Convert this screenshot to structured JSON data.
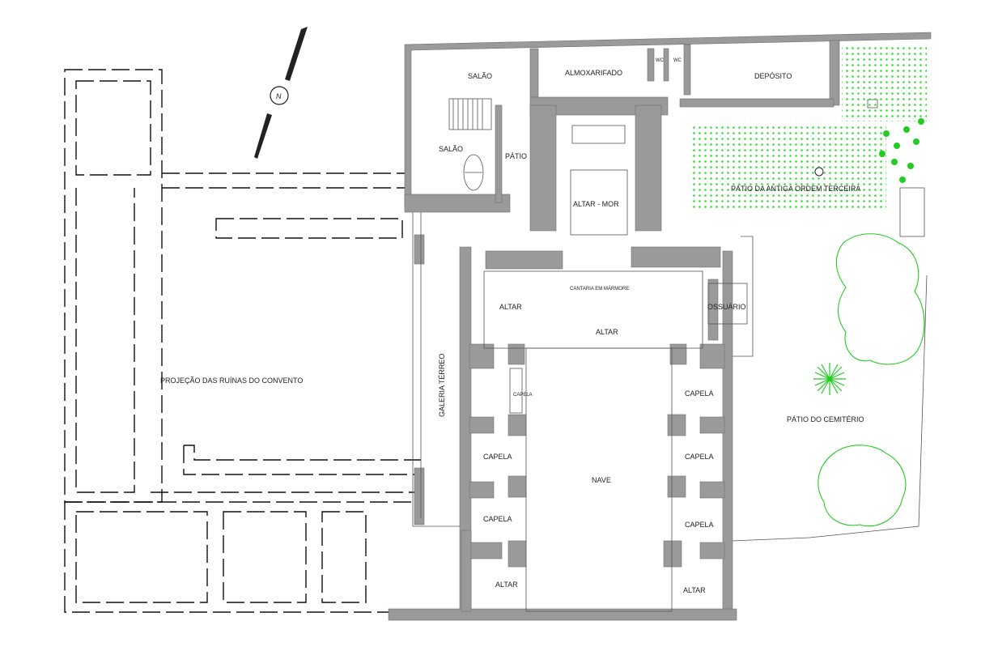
{
  "plan": {
    "north_symbol": "N",
    "rooms": {
      "salao_upper": "SALÃO",
      "salao_lower": "SALÃO",
      "patio_small": "PÁTIO",
      "almoxarifado": "ALMOXARIFADO",
      "wc1": "WC",
      "wc2": "WC",
      "deposito": "DEPÓSITO",
      "patio_ordem": "PÁTIO DA ANTIGA ORDEM TERCEIRA",
      "altar_mor": "ALTAR - MOR",
      "cantaria": "CANTARIA EM MÁRMORE",
      "ossuario": "OSSUÁRIO",
      "altar_left": "ALTAR",
      "altar_center": "ALTAR",
      "galeria": "GALERIA TÉRREO",
      "projecao": "PROJEÇÃO DAS RUÍNAS DO CONVENTO",
      "capela_r1": "CAPELA",
      "capela_l2": "CAPELA",
      "capela_r2": "CAPELA",
      "capela_l3": "CAPELA",
      "capela_r3": "CAPELA",
      "nave": "NAVE",
      "altar_bottom_left": "ALTAR",
      "altar_bottom_right": "ALTAR",
      "patio_cemiterio": "PÁTIO DO CEMITÉRIO",
      "small_capela": "CAPELA"
    },
    "colors": {
      "wall": "#9a9a9a",
      "vegetation": "#22cc22",
      "dashed": "#111111"
    }
  }
}
